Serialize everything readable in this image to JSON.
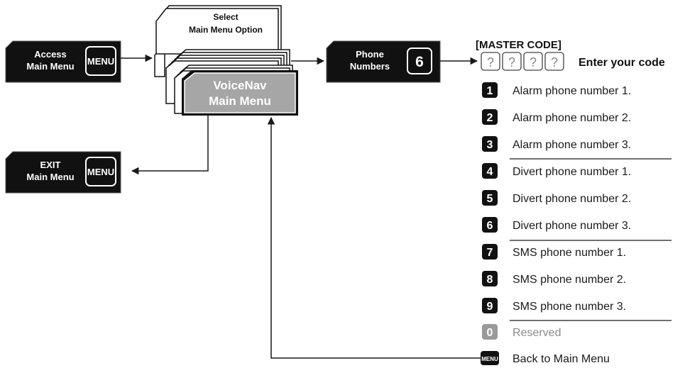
{
  "diagram": {
    "access_box": {
      "line1": "Access",
      "line2": "Main Menu",
      "key": "MENU"
    },
    "exit_box": {
      "line1": "EXIT",
      "line2": "Main Menu",
      "key": "MENU"
    },
    "select_box": {
      "line1": "Select",
      "line2": "Main Menu Option"
    },
    "voicenav_box": {
      "line1": "VoiceNav",
      "line2": "Main Menu"
    },
    "phone_box": {
      "line1": "Phone",
      "line2": "Numbers",
      "key": "6"
    },
    "master_code": {
      "title": "[MASTER CODE]",
      "placeholders": [
        "?",
        "?",
        "?",
        "?"
      ],
      "prompt": "Enter your code"
    },
    "options": [
      {
        "key": "1",
        "label": "Alarm phone number 1."
      },
      {
        "key": "2",
        "label": "Alarm phone number 2."
      },
      {
        "key": "3",
        "label": "Alarm phone number 3."
      },
      {
        "key": "4",
        "label": "Divert phone number 1."
      },
      {
        "key": "5",
        "label": "Divert phone number 2."
      },
      {
        "key": "6",
        "label": "Divert phone number 3."
      },
      {
        "key": "7",
        "label": "SMS phone number 1."
      },
      {
        "key": "8",
        "label": "SMS phone number 2."
      },
      {
        "key": "9",
        "label": "SMS phone number 3."
      },
      {
        "key": "0",
        "label": "Reserved",
        "disabled": true
      }
    ],
    "back": {
      "key": "MENU",
      "label": "Back to Main Menu"
    }
  },
  "colors": {
    "box_fill": "#111111",
    "voicenav_fill": "#a6a6a6",
    "disabled_fill": "#9a9a9a",
    "line": "#1a1a1a"
  }
}
